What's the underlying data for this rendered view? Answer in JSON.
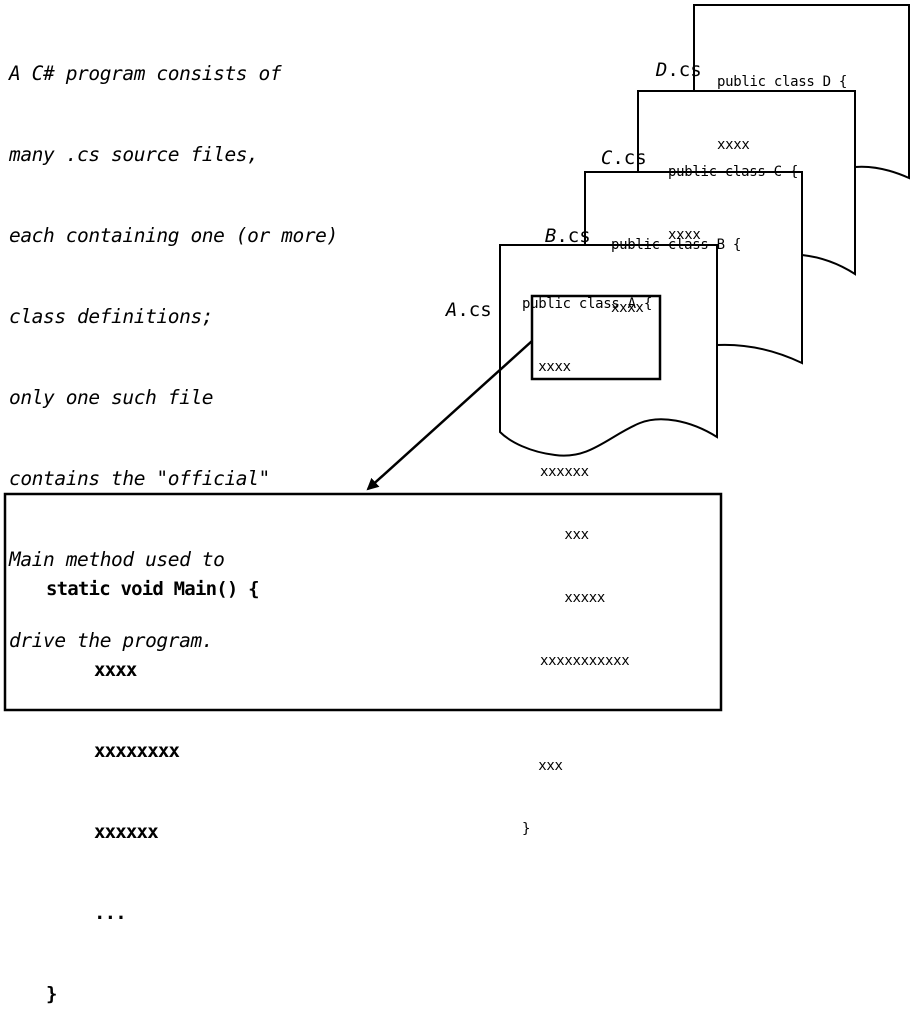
{
  "caption": {
    "lines": [
      "A C# program consists of",
      "many .cs source files,",
      "each containing one (or more)",
      "class definitions;",
      "only one such file",
      "contains the \"official\"",
      "Main method used to",
      "drive the program."
    ]
  },
  "files": [
    {
      "letter": "D",
      "ext": ".cs",
      "code": [
        "public class D {",
        "xxxx"
      ]
    },
    {
      "letter": "C",
      "ext": ".cs",
      "code": [
        "public class C {",
        "xxxx"
      ]
    },
    {
      "letter": "B",
      "ext": ".cs",
      "code": [
        "public class B {",
        "xxxx"
      ]
    },
    {
      "letter": "A",
      "ext": ".cs",
      "code": [
        "public class A {",
        "  xxxx"
      ],
      "highlighted_code": [
        "xxxxxx",
        "   xxx",
        "   xxxxx",
        "xxxxxxxxxxx"
      ],
      "code_after": [
        "  xxx",
        "}"
      ]
    }
  ],
  "main_box": {
    "lines": [
      "static void Main() {",
      "xxxx",
      "xxxxxxxx",
      "xxxxxx",
      "...",
      "}"
    ]
  }
}
